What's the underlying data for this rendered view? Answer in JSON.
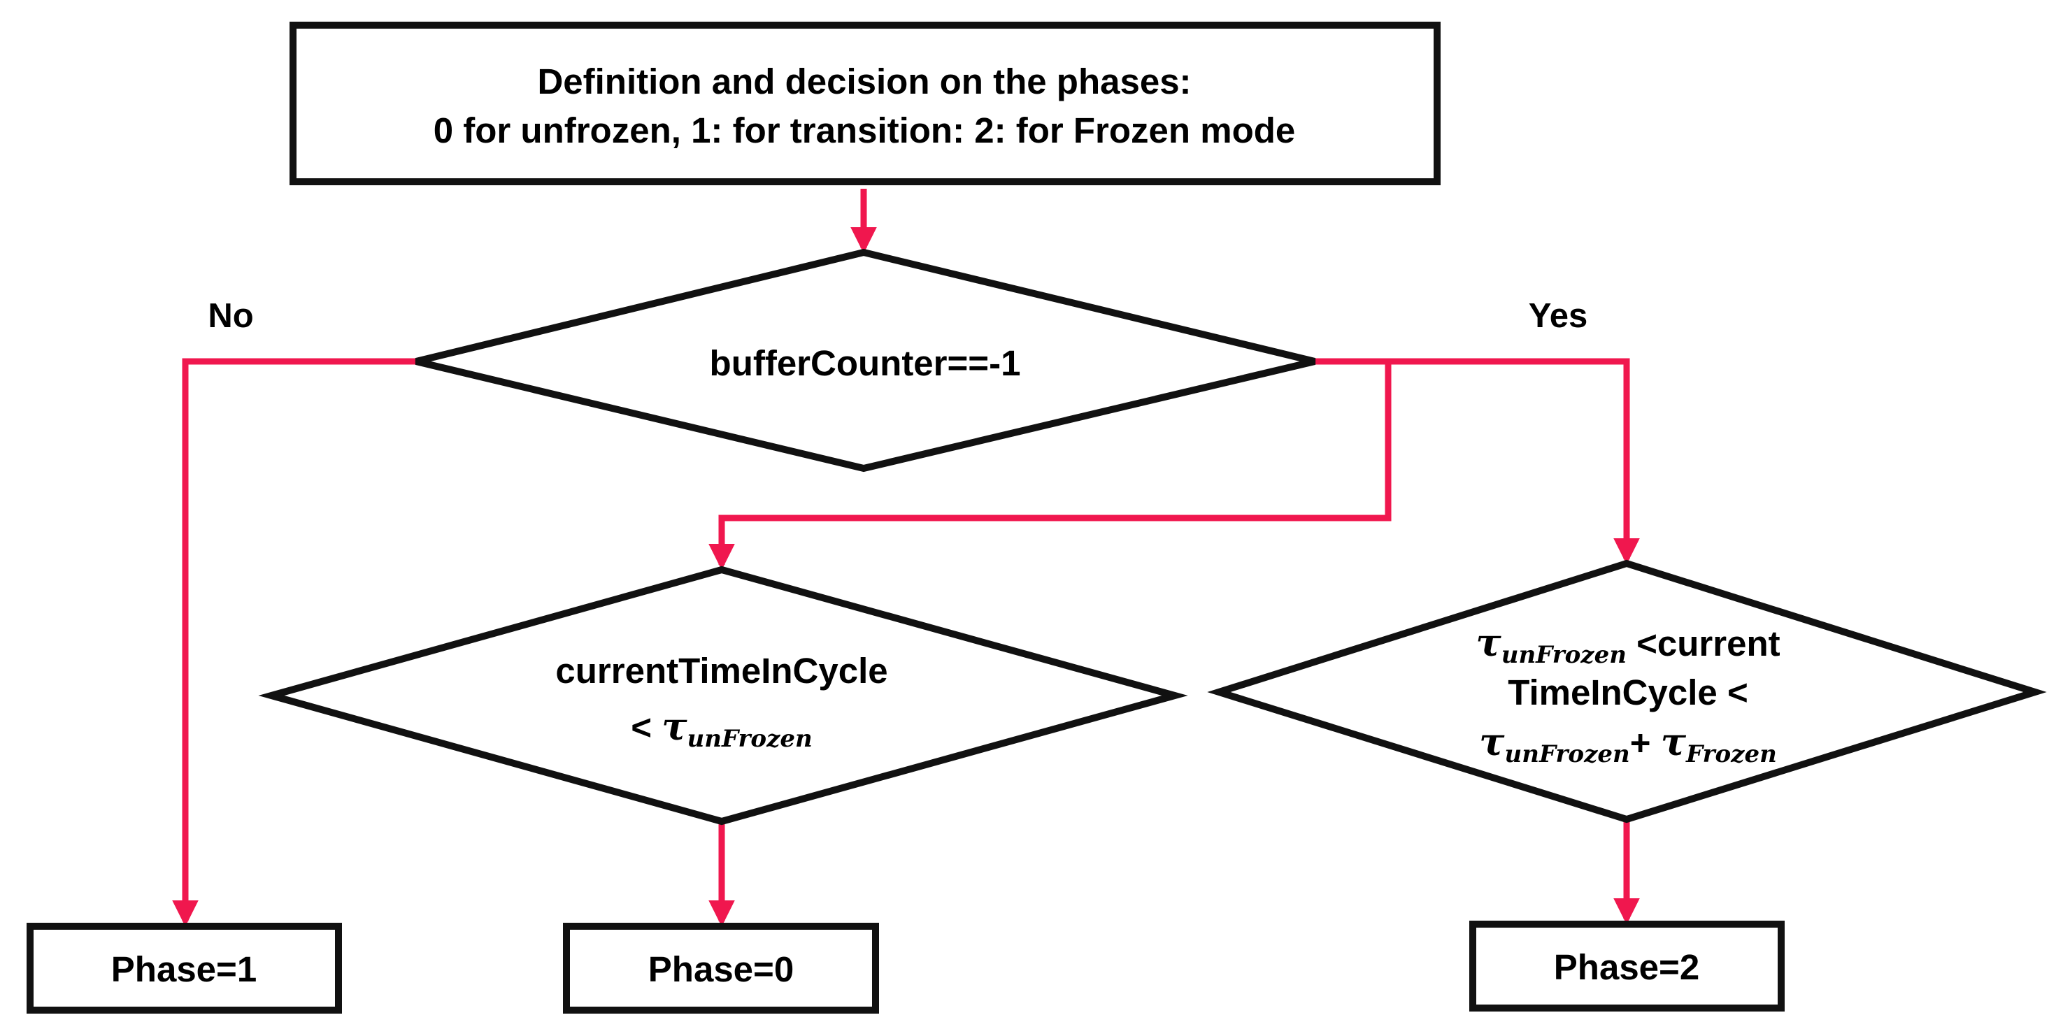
{
  "colors": {
    "connector": "#f0174e",
    "outline": "#111111",
    "background": "#ffffff",
    "text": "#000000"
  },
  "top_box": {
    "line1": "Definition and decision on the phases:",
    "line2": "0 for unfrozen, 1: for transition: 2: for Frozen mode"
  },
  "decision_main": {
    "label": "bufferCounter==-1"
  },
  "branch_labels": {
    "no": "No",
    "yes": "Yes"
  },
  "decision_left": {
    "line1": "currentTimeInCycle",
    "lt": "< ",
    "tau": "τ",
    "tau_sub": "unFrozen"
  },
  "decision_right": {
    "tau": "τ",
    "tau_sub": "unFrozen",
    "line1_rest": " <current",
    "line2": "TimeInCycle  <",
    "plus": "+  ",
    "tau2": "τ",
    "tau2_sub": "Frozen"
  },
  "outcomes": {
    "phase1": "Phase=1",
    "phase0": "Phase=0",
    "phase2": "Phase=2"
  }
}
